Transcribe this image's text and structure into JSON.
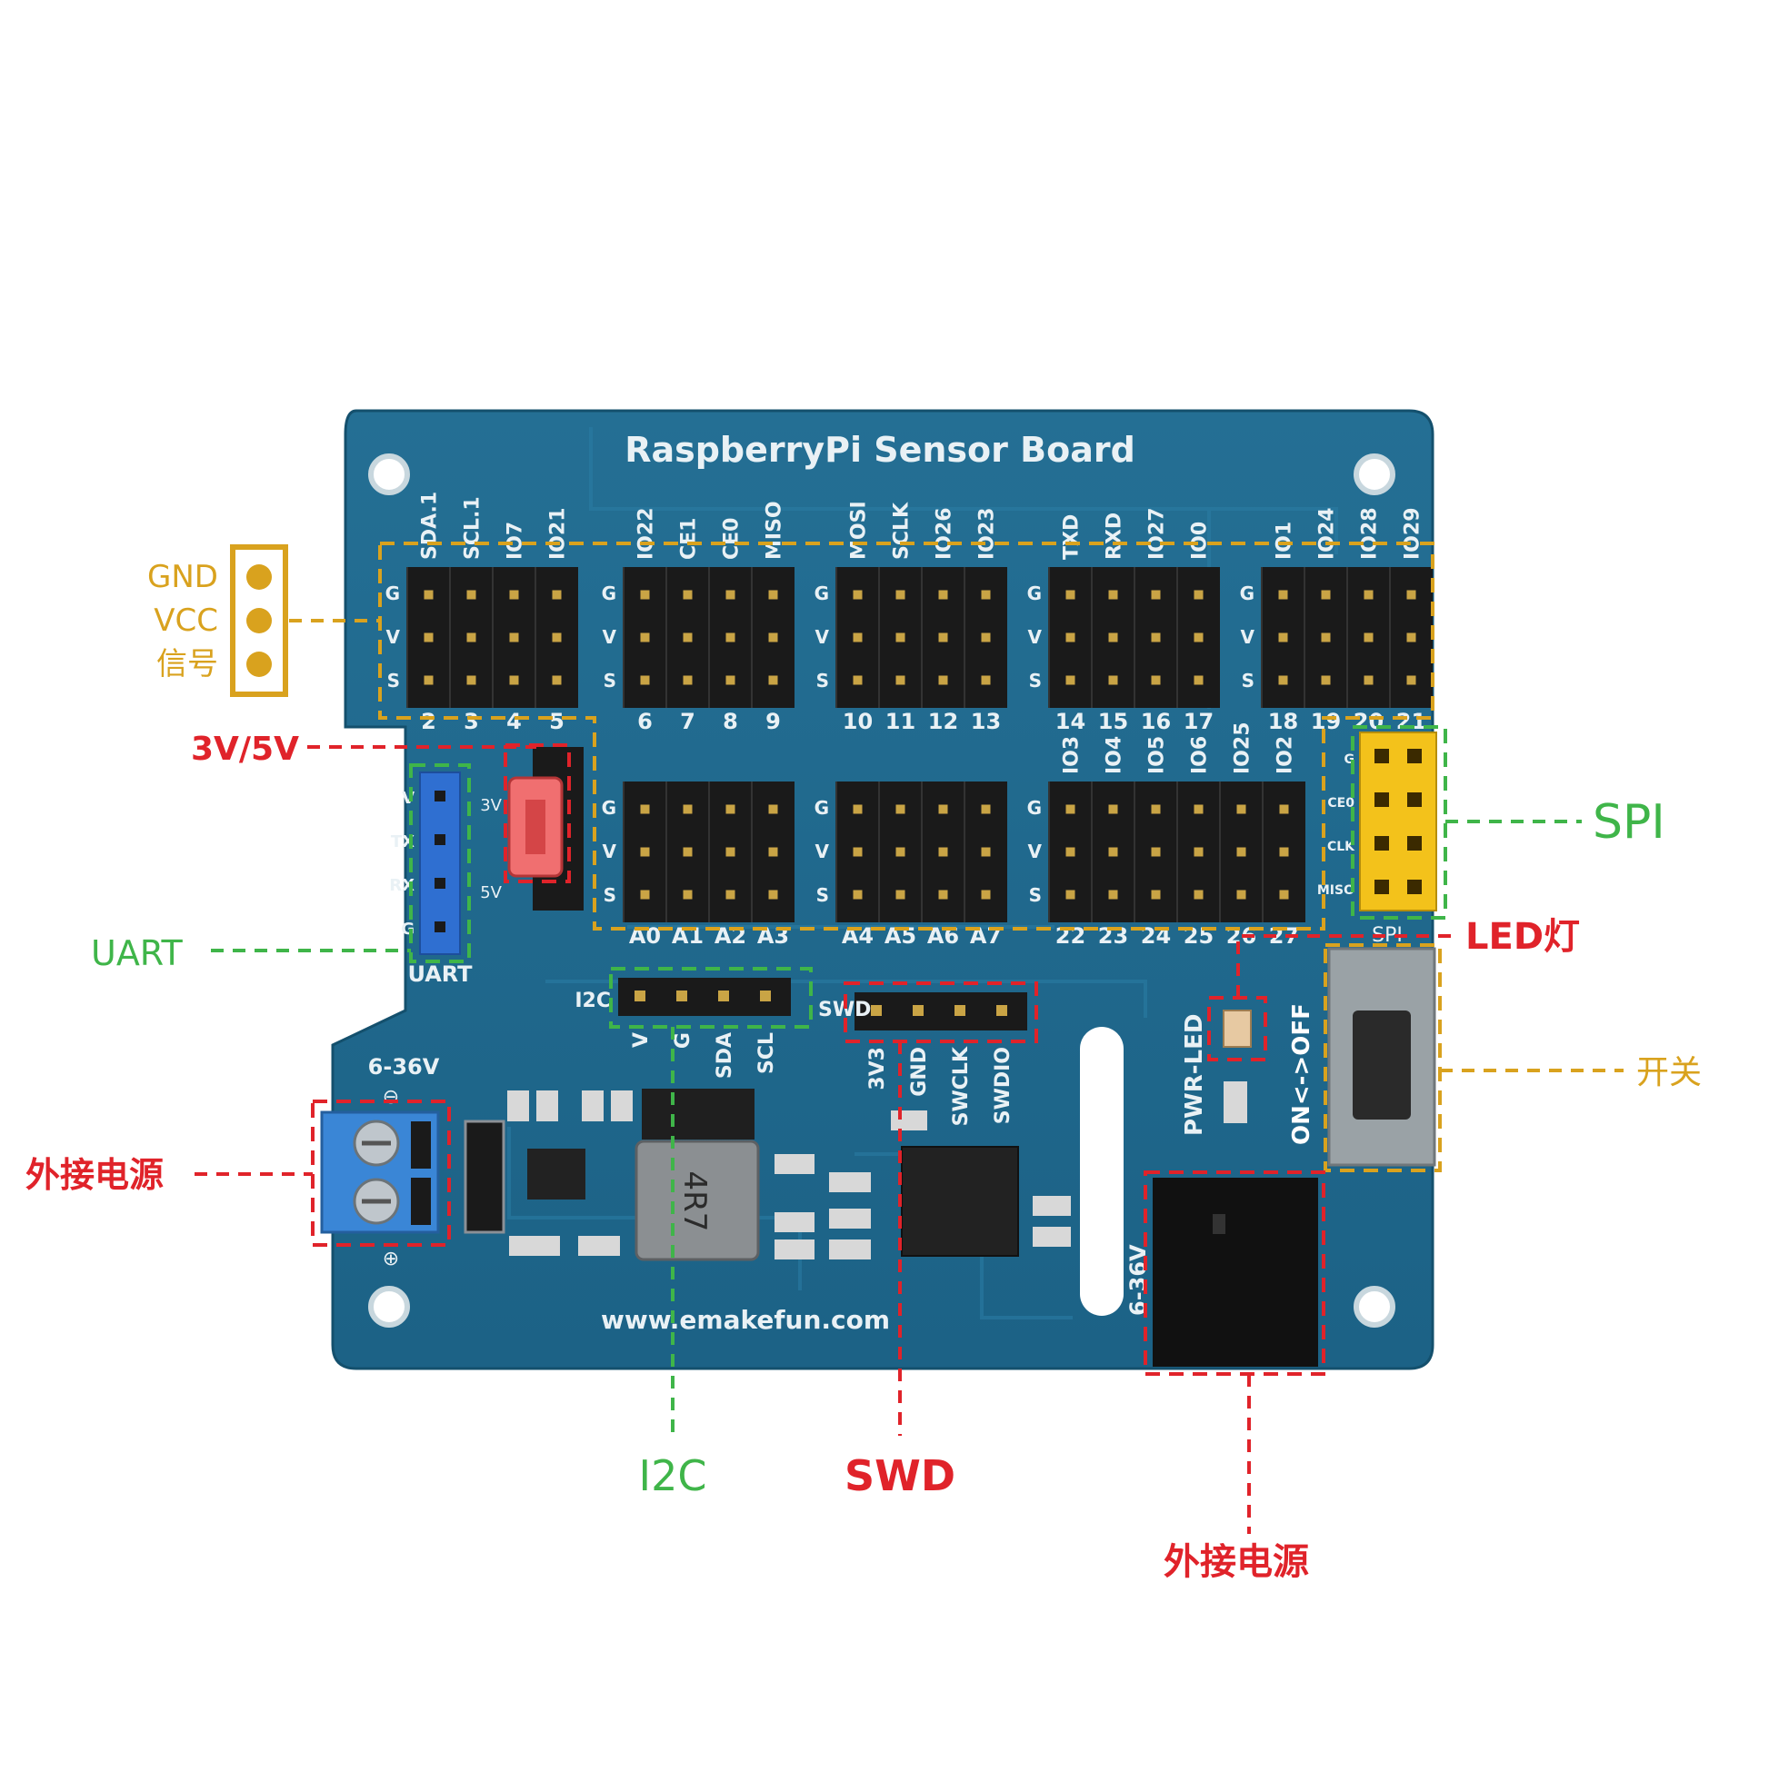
{
  "board": {
    "title": "RaspberryPi Sensor Board",
    "website": "www.emakefun.com",
    "power_range_label": "6-36V",
    "dc_jack_label": "6-36V",
    "pwr_led_label": "PWR-LED",
    "switch_label": "ON<->OFF",
    "jumper_top": "3V",
    "jumper_bottom": "5V",
    "uart_label": "UART",
    "uart_pins": [
      "V",
      "TX",
      "RX",
      "G"
    ],
    "i2c_label": "I2C",
    "i2c_pins": [
      "V",
      "G",
      "SDA",
      "SCL"
    ],
    "swd_label": "SWD",
    "swd_pins": [
      "3V3",
      "GND",
      "SWCLK",
      "SWDIO"
    ],
    "spi_label": "SPI",
    "spi_pins": [
      "G",
      "CE0",
      "CLK",
      "MISO"
    ],
    "row_labels": [
      "G",
      "V",
      "S"
    ],
    "inductor_mark": "4R7",
    "top_groups": [
      {
        "names": [
          "SDA.1",
          "SCL.1",
          "IO7",
          "IO21"
        ],
        "numbers": [
          "2",
          "3",
          "4",
          "5"
        ]
      },
      {
        "names": [
          "IO22",
          "CE1",
          "CE0",
          "MISO"
        ],
        "numbers": [
          "6",
          "7",
          "8",
          "9"
        ]
      },
      {
        "names": [
          "MOSI",
          "SCLK",
          "IO26",
          "IO23"
        ],
        "numbers": [
          "10",
          "11",
          "12",
          "13"
        ]
      },
      {
        "names": [
          "TXD",
          "RXD",
          "IO27",
          "IO0"
        ],
        "numbers": [
          "14",
          "15",
          "16",
          "17"
        ]
      },
      {
        "names": [
          "IO1",
          "IO24",
          "IO28",
          "IO29"
        ],
        "numbers": [
          "18",
          "19",
          "20",
          "21"
        ]
      }
    ],
    "bottom_groups": [
      {
        "names": [],
        "numbers": [
          "A0",
          "A1",
          "A2",
          "A3"
        ]
      },
      {
        "names": [],
        "numbers": [
          "A4",
          "A5",
          "A6",
          "A7"
        ]
      },
      {
        "names": [
          "IO3",
          "IO4",
          "IO5",
          "IO6",
          "IO25",
          "IO2"
        ],
        "numbers": [
          "22",
          "23",
          "24",
          "25",
          "26",
          "27"
        ]
      }
    ]
  },
  "callouts": {
    "pin_legend": [
      "GND",
      "VCC",
      "信号"
    ],
    "jumper": "3V/5V",
    "uart": "UART",
    "ext_power_left": "外接电源",
    "spi": "SPI",
    "led": "LED灯",
    "switch": "开关",
    "i2c": "I2C",
    "swd": "SWD",
    "ext_power_bottom": "外接电源"
  },
  "colors": {
    "pcb": "#1f6f94",
    "pcb_dark": "#17597a",
    "header_black": "#1a1a1a",
    "gold": "#d9a21e",
    "red": "#e0232a",
    "green": "#3fb549",
    "blue_header": "#2f6fd1",
    "yellow_header": "#f3c21b",
    "terminal_blue": "#3a86d6"
  }
}
